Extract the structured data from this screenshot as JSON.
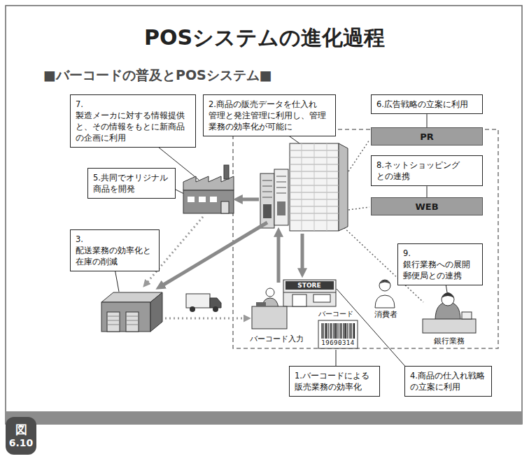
{
  "diagram": {
    "title": "POSシステムの進化過程",
    "nodes": [
      {
        "text": [
          "7.製造メーカに対する情報提供 と、その情報をもとに新商品 の企画に利用"
        ]
      },
      {
        "text": [
          "2.商品の販売データを仕入れ 管理と発注管理に利用し、管理 業務の効率化が可能に"
        ]
      },
      {
        "text": [
          "6.広告戦略の立案に利用"
        ]
      },
      {
        "text": [
          "5.共同でオリジナル 商品を開発"
        ]
      },
      {
        "text": [
          "PR"
        ]
      },
      {
        "text": [
          "8.ネットショッピング との連携"
        ]
      },
      {
        "text": [
          "3.配送業務の効率化と 在庫の削減"
        ]
      },
      {
        "text": [
          "WEB"
        ]
      },
      {
        "text": [
          "9.銀行業務への展開 郵便局との連携"
        ]
      },
      {
        "text": [
          "1.バーコードによる 販売業務の効率化"
        ]
      },
      {
        "text": [
          "4.商品の仕入れ戦略 の立案に利用"
        ]
      },
      {
        "text": [
          "図",
          "6.10"
        ]
      }
    ],
    "edges": [
      {
        "from": 2,
        "to": 4,
        "arrow": "none"
      },
      {
        "from": 5,
        "to": 7,
        "arrow": "none"
      }
    ],
    "labels": [
      "■バーコードの普及とPOSシステム■",
      "バーコード入力",
      "STORE",
      "バーコード",
      "19690314",
      "消費者",
      "銀行業務"
    ]
  }
}
